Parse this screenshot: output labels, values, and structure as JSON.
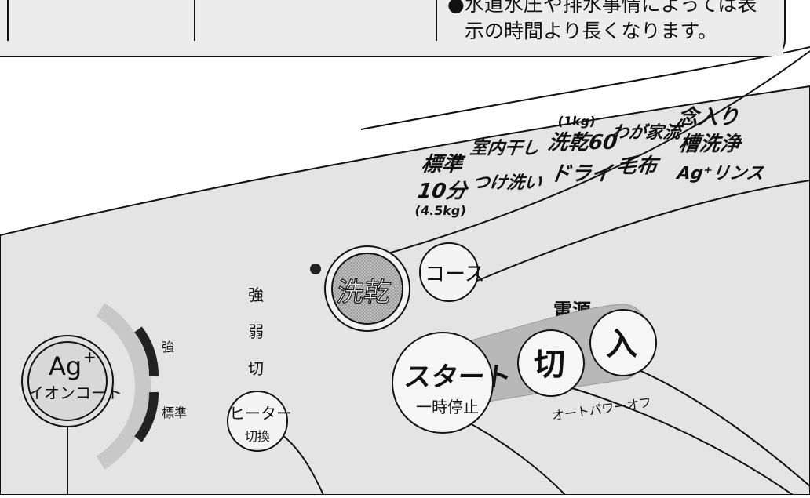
{
  "note": {
    "line1": "●水道水圧や排水事情によっては表",
    "line2": "示の時間より長くなります。"
  },
  "courses": {
    "hyojun": "標準",
    "juppun": "10分",
    "juppun_sub": "(4.5kg)",
    "shitsunai": "室内干し",
    "tsukearai": "つけ洗い",
    "sengan_sub": "(1kg)",
    "sengan60": "洗乾60",
    "dry": "ドライ",
    "wagaya": "わが家流",
    "moufu": "毛布",
    "nenniri": "念入り",
    "sosenjo": "槽洗浄",
    "agrinse": "Ag⁺リンス"
  },
  "buttons": {
    "sengan": "洗乾",
    "course": "コース",
    "start_main": "スタート",
    "start_sub": "一時停止",
    "off": "切",
    "on": "入",
    "heater_main": "ヒーター",
    "heater_sub": "切換",
    "ag_main": "Ag",
    "ag_sup": "+",
    "ag_sub": "イオンコート"
  },
  "labels": {
    "power": "電源",
    "auto_power_off": "オートパワーオフ",
    "heater_strong": "強",
    "heater_weak": "弱",
    "heater_off": "切",
    "ag_strong": "強",
    "ag_standard": "標準"
  }
}
